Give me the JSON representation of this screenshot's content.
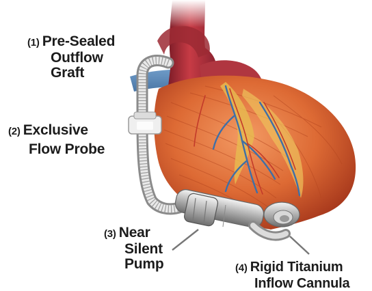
{
  "labels": [
    {
      "id": "outflow-graft",
      "num": "(1)",
      "line1": "Pre-Sealed",
      "line2": "Outflow",
      "line3": "Graft"
    },
    {
      "id": "flow-probe",
      "num": "(2)",
      "line1": "Exclusive",
      "line2": "Flow Probe"
    },
    {
      "id": "pump",
      "num": "(3)",
      "line1": "Near",
      "line2": "Silent",
      "line3": "Pump"
    },
    {
      "id": "inflow-cannula",
      "num": "(4)",
      "line1": "Rigid Titanium",
      "line2": "Inflow Cannula"
    }
  ],
  "colors": {
    "heart": "#d9622f",
    "heart_dark": "#a8391d",
    "aorta": "#b8313a",
    "vein_blue": "#4a78a8",
    "fat_yellow": "#e6b24a",
    "device_metal": "#c9c9c9",
    "leader_line": "#777777"
  }
}
